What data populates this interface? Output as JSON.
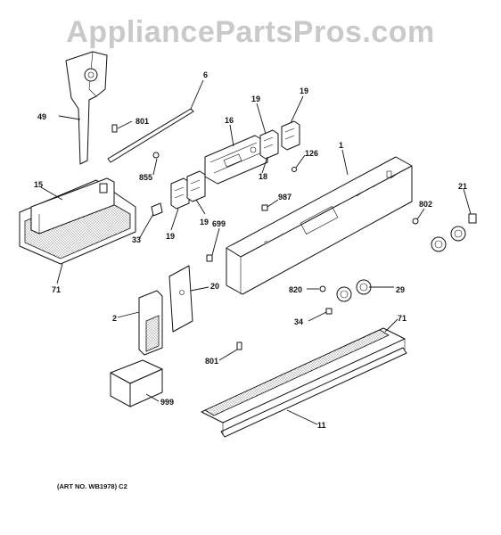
{
  "watermark": "AppliancePartsPros.com",
  "caption": "(ART NO. WB1978) C2",
  "callouts": {
    "p1": "1",
    "p2": "2",
    "p6": "6",
    "p11": "11",
    "p15": "15",
    "p16": "16",
    "p18": "18",
    "p19a": "19",
    "p19b": "19",
    "p19c": "19",
    "p19d": "19",
    "p20": "20",
    "p21": "21",
    "p29": "29",
    "p33": "33",
    "p34": "34",
    "p49": "49",
    "p71a": "71",
    "p71b": "71",
    "p126": "126",
    "p699": "699",
    "p801a": "801",
    "p801b": "801",
    "p802": "802",
    "p820": "820",
    "p855": "855",
    "p987": "987",
    "p999": "999"
  }
}
